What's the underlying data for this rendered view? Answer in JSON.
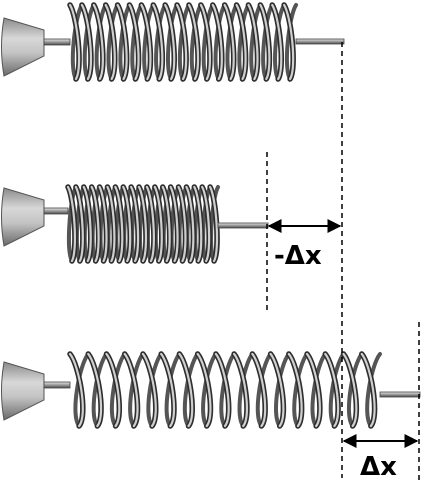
{
  "labels": {
    "compression": "-Δx",
    "extension": "Δx"
  },
  "springs": [
    {
      "state": "equilibrium",
      "turns": 19
    },
    {
      "state": "compressed",
      "turns": 19
    },
    {
      "state": "stretched",
      "turns": 17
    }
  ],
  "colors": {
    "coil_dark": "#555555",
    "coil_light": "#cfcfcf",
    "mount_dark": "#6a6a6a",
    "mount_light": "#d4d4d4",
    "line": "#000000"
  }
}
